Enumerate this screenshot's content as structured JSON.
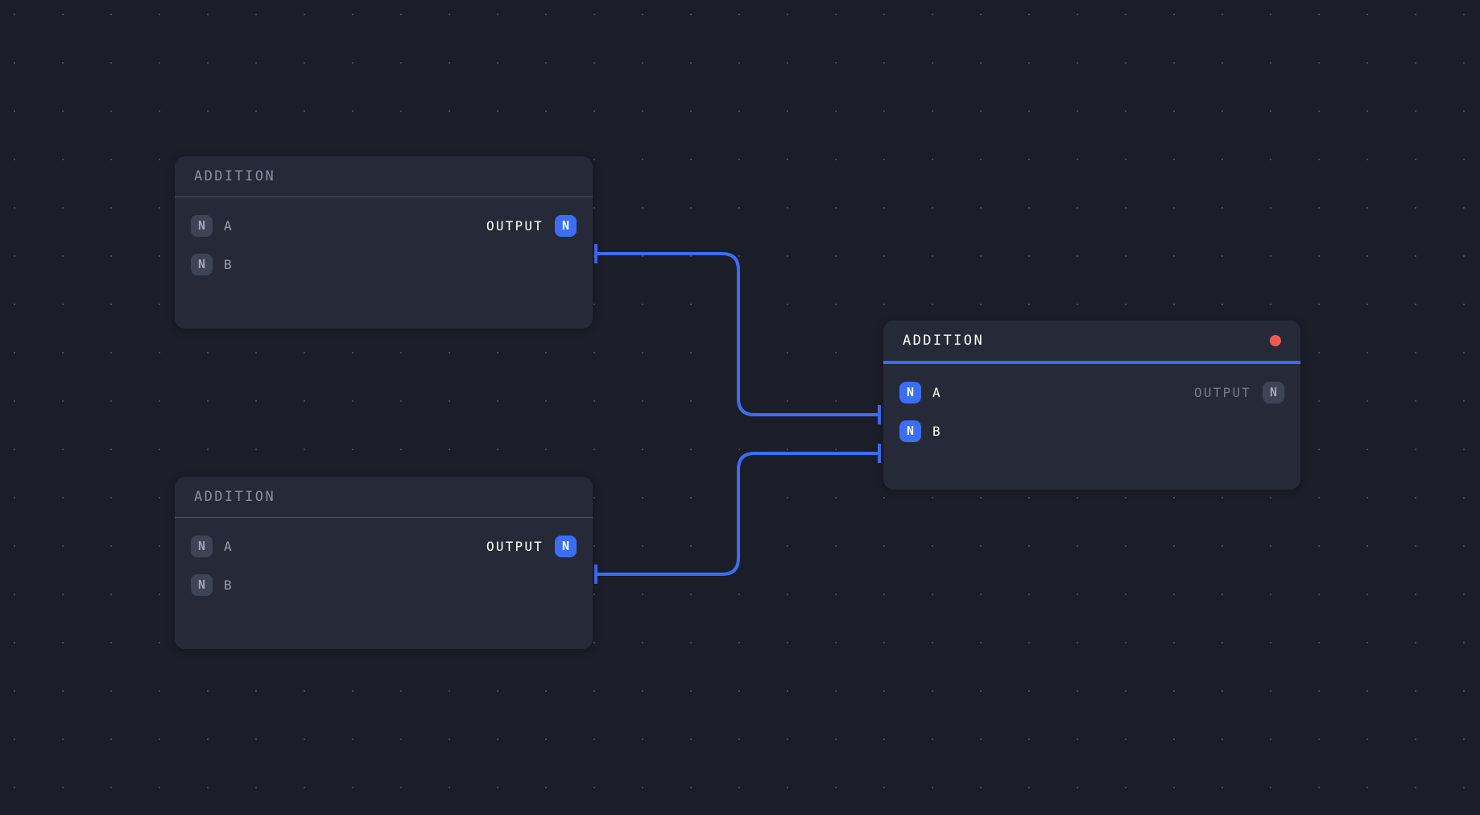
{
  "app": {
    "background_color": "#1b1d29",
    "grid_dot_color": "#4b4a38",
    "accent_color": "#3b6ef5",
    "status_color": "#ee5a51"
  },
  "nodes": [
    {
      "id": "node-addition-1",
      "title": "ADDITION",
      "selected": false,
      "inputs": [
        {
          "socket": "N",
          "label": "A",
          "connected": false
        },
        {
          "socket": "N",
          "label": "B",
          "connected": false
        }
      ],
      "output": {
        "socket": "N",
        "label": "OUTPUT",
        "connected": true
      }
    },
    {
      "id": "node-addition-2",
      "title": "ADDITION",
      "selected": false,
      "inputs": [
        {
          "socket": "N",
          "label": "A",
          "connected": false
        },
        {
          "socket": "N",
          "label": "B",
          "connected": false
        }
      ],
      "output": {
        "socket": "N",
        "label": "OUTPUT",
        "connected": true
      }
    },
    {
      "id": "node-addition-3",
      "title": "ADDITION",
      "selected": true,
      "status_dot": true,
      "inputs": [
        {
          "socket": "N",
          "label": "A",
          "connected": true
        },
        {
          "socket": "N",
          "label": "B",
          "connected": true
        }
      ],
      "output": {
        "socket": "N",
        "label": "OUTPUT",
        "connected": false
      }
    }
  ],
  "edges": [
    {
      "id": "edge-1",
      "from": "node-addition-1.output",
      "to": "node-addition-3.input-a"
    },
    {
      "id": "edge-2",
      "from": "node-addition-2.output",
      "to": "node-addition-3.input-b"
    }
  ]
}
